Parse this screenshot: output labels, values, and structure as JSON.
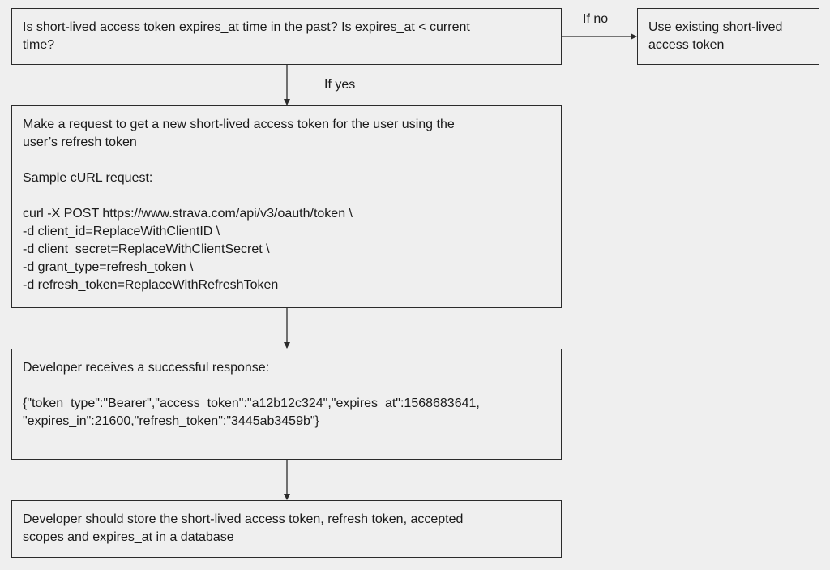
{
  "question_box": {
    "lines": [
      "Is short-lived access token expires_at time in the past? Is expires_at < current",
      "time?"
    ]
  },
  "existing_box": {
    "lines": [
      "Use existing short-lived",
      "access token"
    ]
  },
  "refresh_box": {
    "lines": [
      "Make a request to get a new short-lived access token for the user using the",
      "user’s refresh token",
      "",
      "Sample cURL request:",
      "",
      "curl -X POST https://www.strava.com/api/v3/oauth/token \\",
      "-d client_id=ReplaceWithClientID \\",
      "-d client_secret=ReplaceWithClientSecret \\",
      "-d grant_type=refresh_token \\",
      "-d refresh_token=ReplaceWithRefreshToken"
    ]
  },
  "response_box": {
    "lines": [
      "Developer receives a successful response:",
      "",
      "{\"token_type\":\"Bearer\",\"access_token\":\"a12b12c324\",\"expires_at\":1568683641,",
      "\"expires_in\":21600,\"refresh_token\":\"3445ab3459b\"}"
    ]
  },
  "store_box": {
    "lines": [
      "Developer should store the short-lived access token, refresh token, accepted",
      "scopes and expires_at in a database"
    ]
  },
  "edge_labels": {
    "if_no": "If no",
    "if_yes": "If yes"
  },
  "colors": {
    "background": "#efefef",
    "stroke": "#2b2b2b",
    "text": "#1a1a1a"
  }
}
